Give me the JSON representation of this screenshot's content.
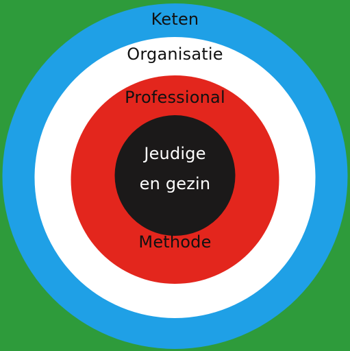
{
  "diagram": {
    "layers": [
      {
        "id": "keten",
        "label": "Keten",
        "color": "#2e9b3b"
      },
      {
        "id": "organisatie",
        "label": "Organisatie",
        "color": "#1fa0e6"
      },
      {
        "id": "professional",
        "label": "Professional",
        "color": "#ffffff"
      },
      {
        "id": "methode",
        "label": "Methode",
        "color": "#e3261d"
      },
      {
        "id": "jeugdige-en-gezin",
        "label_line1": "Jeudige",
        "label_line2": "en gezin",
        "color": "#1b1919"
      }
    ]
  }
}
